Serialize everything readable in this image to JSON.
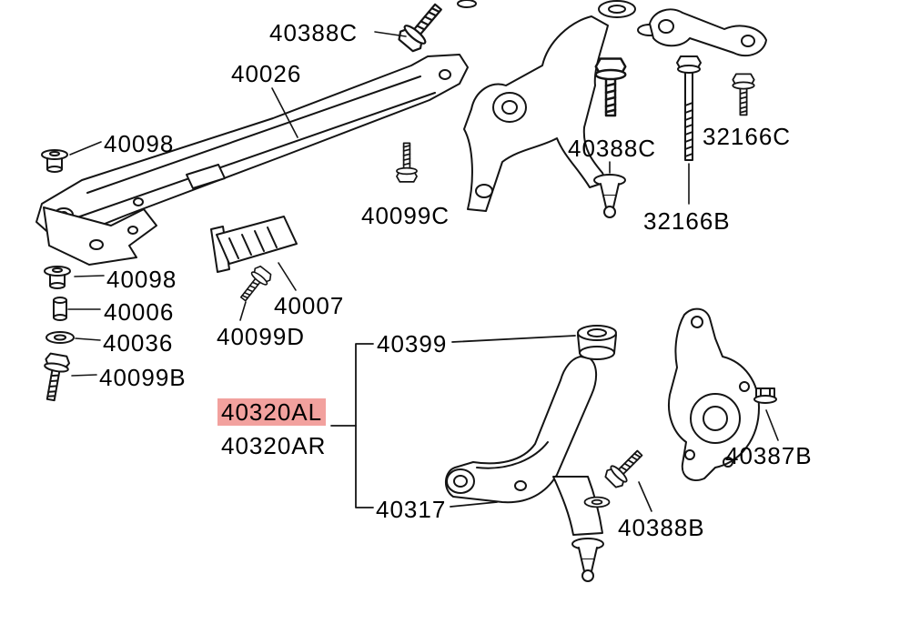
{
  "diagram": {
    "background_color": "#ffffff",
    "line_color": "#141414",
    "highlight_color": "#f2a19e",
    "labels": {
      "bolt_top_40388c": "40388C",
      "crossmember_40026": "40026",
      "insulator_upper_40098": "40098",
      "bolt_40099c": "40099C",
      "bolt_right_40388c": "40388C",
      "bolt_32166c": "32166C",
      "bolt_32166b": "32166B",
      "insulator_lower_40098": "40098",
      "spacer_40006": "40006",
      "washer_40036": "40036",
      "bolt_40099b": "40099B",
      "damper_40007": "40007",
      "bolt_40099d": "40099D",
      "bushing_40399": "40399",
      "arm_left_40320al": "40320AL",
      "arm_right_40320ar": "40320AR",
      "bushing_40317": "40317",
      "nut_40387b": "40387B",
      "bolt_40388b": "40388B"
    }
  }
}
